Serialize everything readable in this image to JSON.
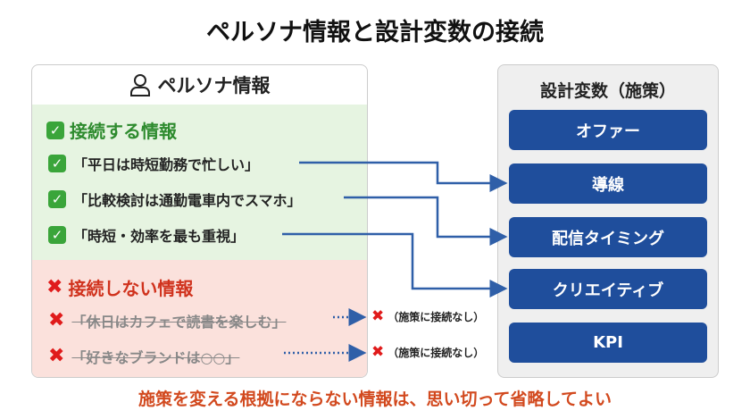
{
  "title": "ペルソナ情報と設計変数の接続",
  "persona": {
    "heading": "ペルソナ情報",
    "icon": "user-icon",
    "connected": {
      "heading": "接続する情報",
      "items": [
        "「平日は時短勤務で忙しい」",
        "「比較検討は通勤電車内でスマホ」",
        "「時短・効率を最も重視」"
      ]
    },
    "not_connected": {
      "heading": "接続しない情報",
      "items": [
        "「休日はカフェで読書を楽しむ」",
        "「好きなブランドは○○」"
      ],
      "result": "（施策に接続なし）"
    }
  },
  "design": {
    "heading": "設計変数（施策）",
    "items": [
      "オファー",
      "導線",
      "配信タイミング",
      "クリエイティブ",
      "KPI"
    ]
  },
  "connections": [
    [
      "「平日は時短勤務で忙しい」",
      "導線"
    ],
    [
      "「比較検討は通勤電車内でスマホ」",
      "配信タイミング"
    ],
    [
      "「時短・効率を最も重視」",
      "クリエイティブ"
    ]
  ],
  "footer": "施策を変える根拠にならない情報は、思い切って省略してよい",
  "colors": {
    "accent": "#1f4e9c",
    "green": "#3aa53a",
    "red": "#e01b1b",
    "footer": "#d2491e"
  }
}
